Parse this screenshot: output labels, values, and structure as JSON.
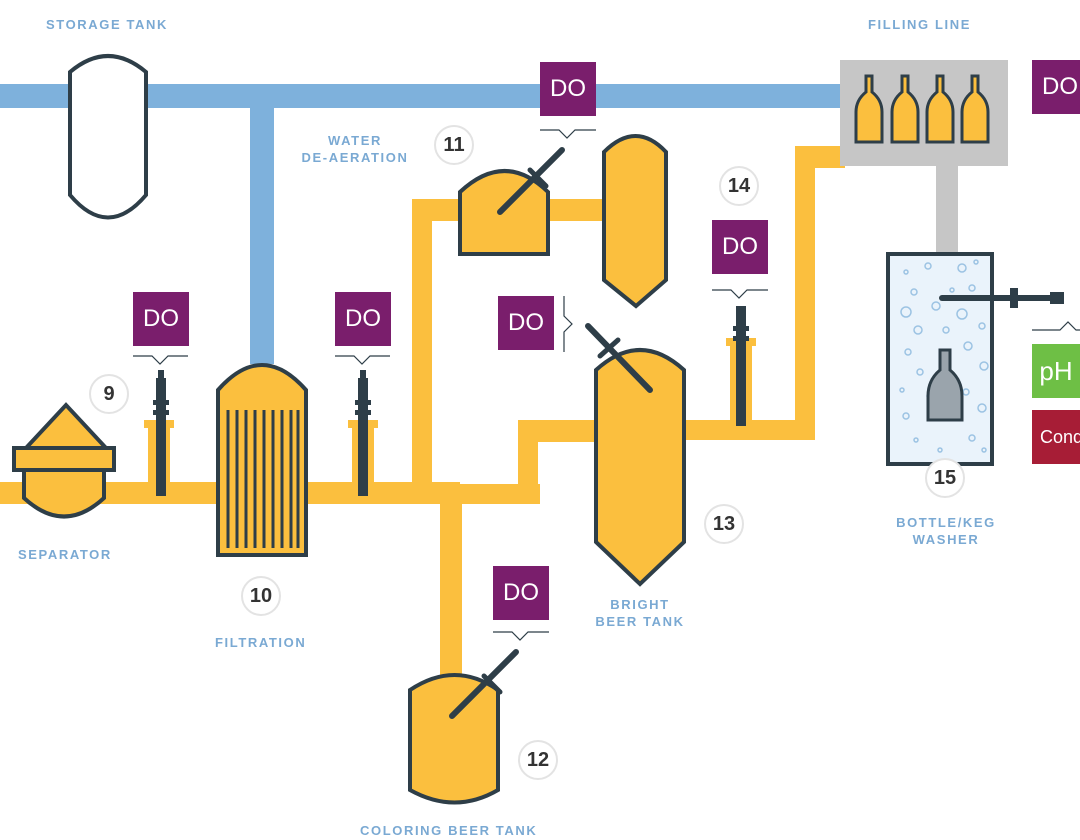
{
  "labels": {
    "storage_tank": "STORAGE TANK",
    "filling_line": "FILLING LINE",
    "water_deaeration_1": "WATER",
    "water_deaeration_2": "DE-AERATION",
    "separator": "SEPARATOR",
    "filtration": "FILTRATION",
    "bright_beer_tank_1": "BRIGHT",
    "bright_beer_tank_2": "BEER TANK",
    "bottle_keg_washer_1": "BOTTLE/KEG",
    "bottle_keg_washer_2": "WASHER",
    "coloring_beer_tank": "COLORING BEER TANK"
  },
  "steps": {
    "n9": "9",
    "n10": "10",
    "n11": "11",
    "n12": "12",
    "n13": "13",
    "n14": "14",
    "n15": "15"
  },
  "sensors": {
    "do": "DO",
    "ph": "pH",
    "cond": "Cond"
  },
  "colors": {
    "beer": "#fbbf3e",
    "water": "#7eb1dc",
    "outline": "#2e3e48",
    "do_tag": "#7a1e6c",
    "ph_tag": "#6ebf45",
    "cond_tag": "#a71d36",
    "filler": "#c6c6c6"
  }
}
